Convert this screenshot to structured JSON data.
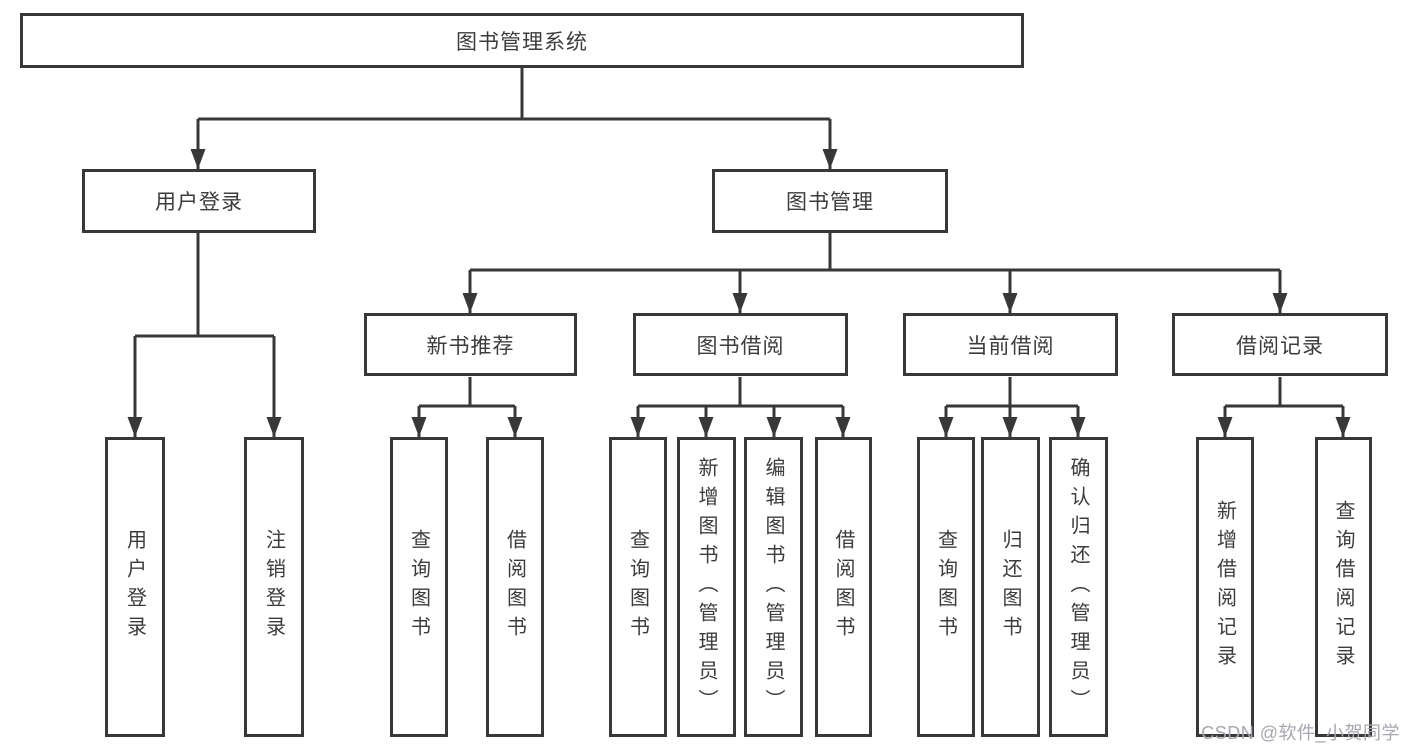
{
  "colors": {
    "line": "#383838",
    "box_border": "#383838",
    "text": "#3c3c3c",
    "background": "#ffffff",
    "watermark": "#a6a6af"
  },
  "watermark": {
    "text": "CSDN @软件_小贺同学"
  },
  "diagram": {
    "root": {
      "label": "图书管理系统"
    },
    "branches": [
      {
        "label": "用户登录",
        "children": [
          {
            "label": "用户登录"
          },
          {
            "label": "注销登录"
          }
        ]
      },
      {
        "label": "图书管理",
        "children": [
          {
            "label": "新书推荐",
            "children": [
              {
                "label": "查询图书"
              },
              {
                "label": "借阅图书"
              }
            ]
          },
          {
            "label": "图书借阅",
            "children": [
              {
                "label": "查询图书"
              },
              {
                "label": "新增图书（管理员）"
              },
              {
                "label": "编辑图书（管理员）"
              },
              {
                "label": "借阅图书"
              }
            ]
          },
          {
            "label": "当前借阅",
            "children": [
              {
                "label": "查询图书"
              },
              {
                "label": "归还图书"
              },
              {
                "label": "确认归还（管理员）"
              }
            ]
          },
          {
            "label": "借阅记录",
            "children": [
              {
                "label": "新增借阅记录"
              },
              {
                "label": "查询借阅记录"
              }
            ]
          }
        ]
      }
    ]
  }
}
